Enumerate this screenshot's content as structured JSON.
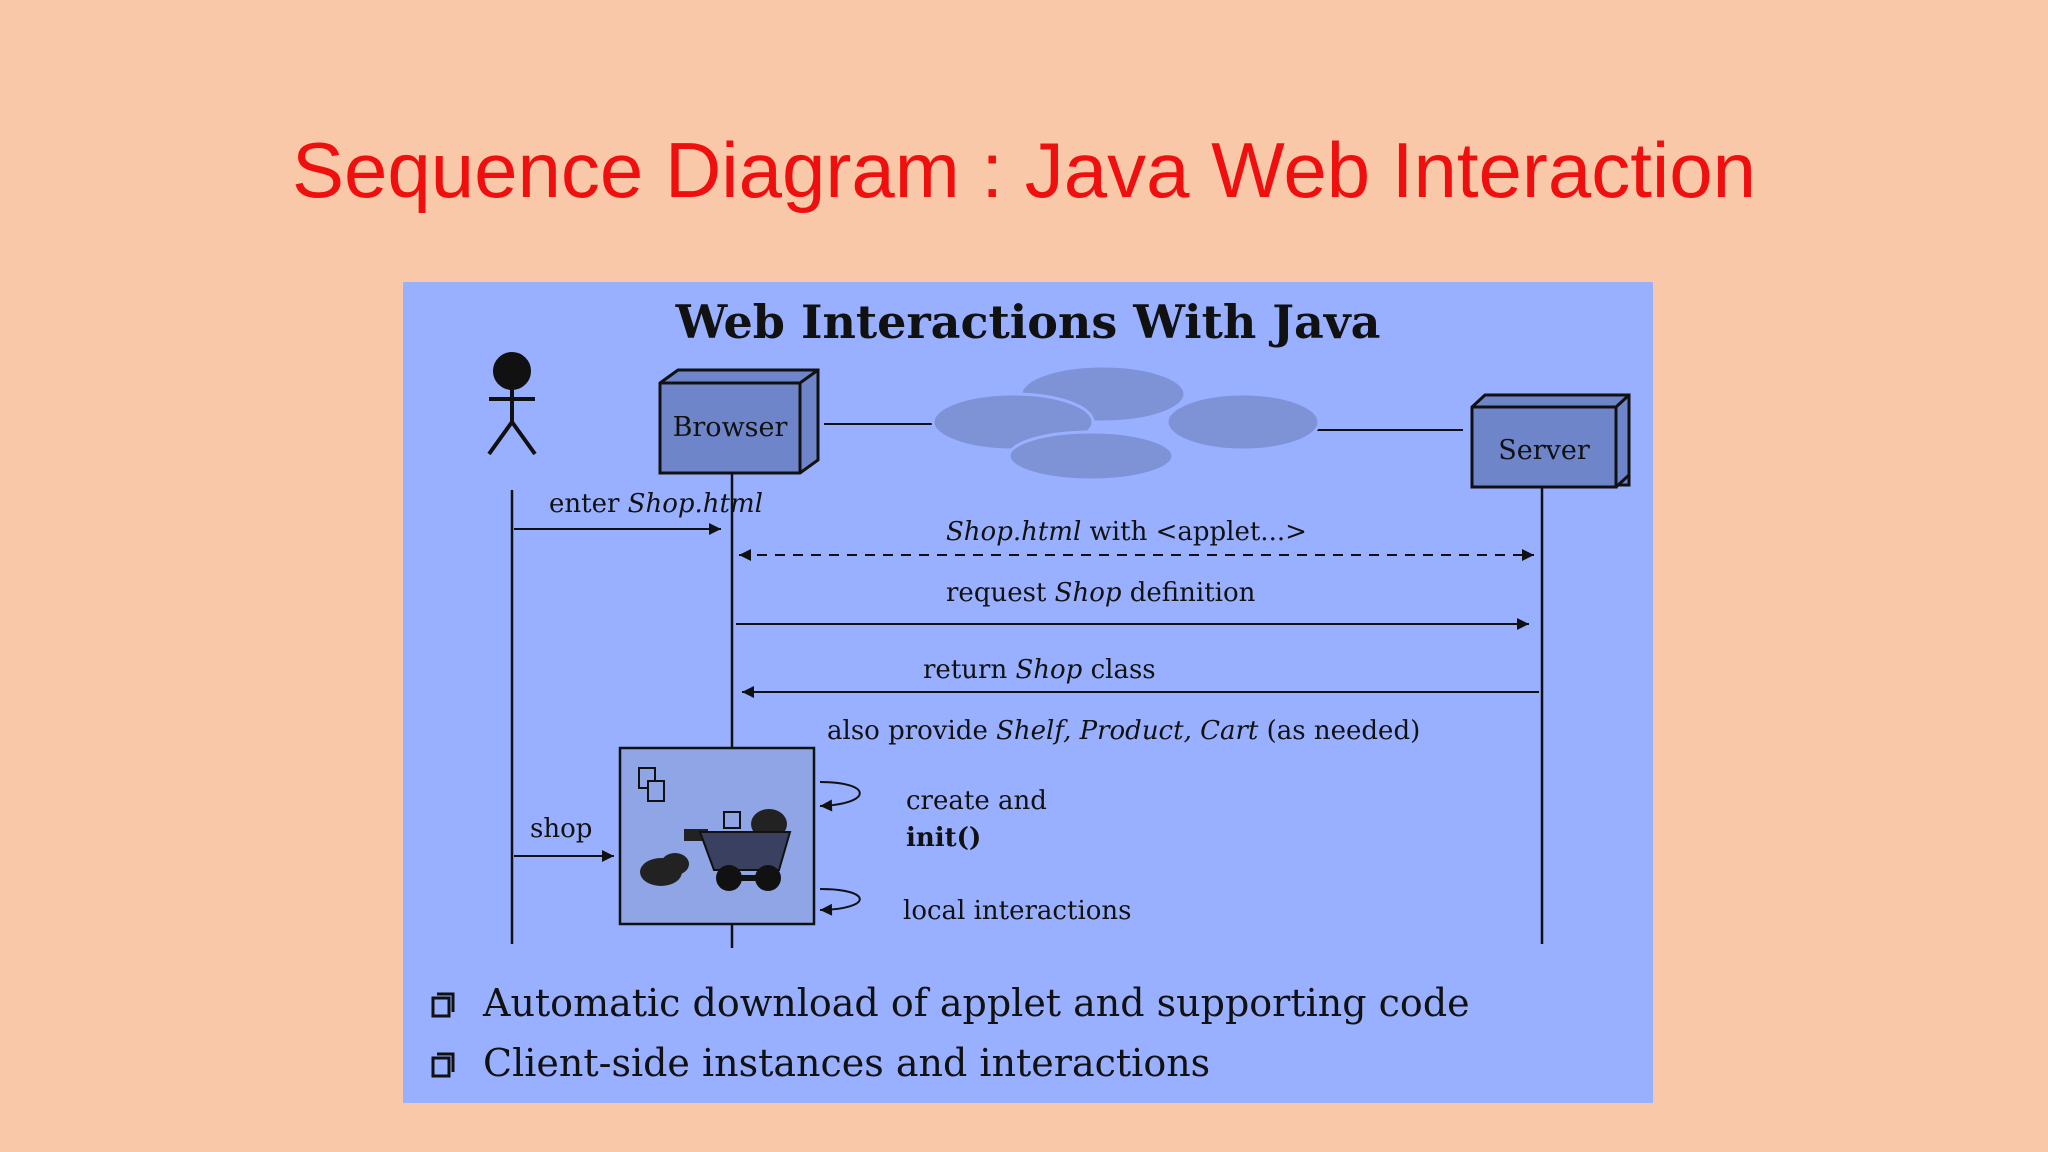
{
  "slide": {
    "title": "Sequence Diagram : Java Web Interaction"
  },
  "diagram": {
    "title": "Web Interactions With Java",
    "participants": {
      "browser": "Browser",
      "server": "Server"
    },
    "messages": {
      "enter_prefix": "enter ",
      "enter_em": "Shop.html",
      "shop_html_em": "Shop.html",
      "shop_html_rest": " with <applet...>",
      "request_prefix": "request ",
      "request_em": "Shop",
      "request_suffix": " definition",
      "return_prefix": "return ",
      "return_em": "Shop",
      "return_suffix": " class",
      "also_prefix": "also provide ",
      "also_em": "Shelf, Product, Cart",
      "also_suffix": " (as needed)",
      "create_line1": "create and",
      "create_line2": "init()",
      "local": "local interactions",
      "shop": "shop"
    },
    "bullets": [
      "Automatic download of applet and supporting code",
      "Client-side instances and interactions"
    ]
  }
}
